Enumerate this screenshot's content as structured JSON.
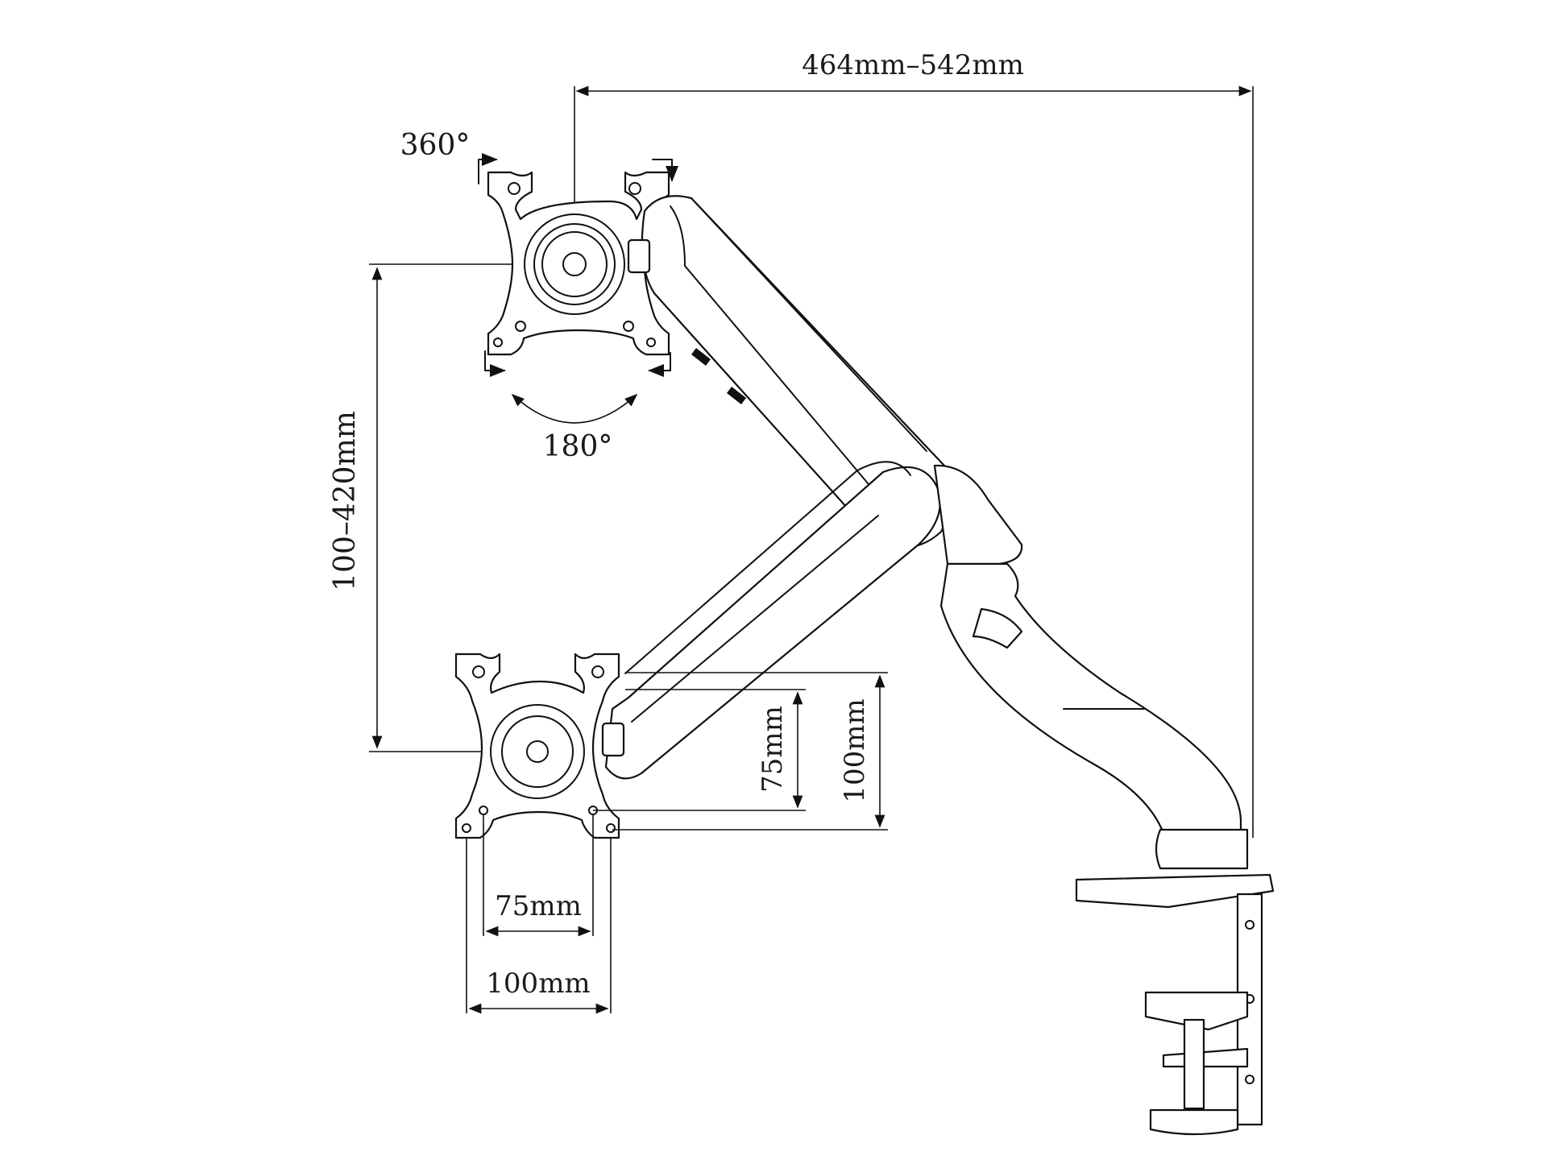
{
  "dimensions": {
    "reach": "464mm–542mm",
    "height_range": "100–420mm",
    "vesa_small_h": "75mm",
    "vesa_large_h": "100mm",
    "vesa_small_v": "75mm",
    "vesa_large_v": "100mm"
  },
  "rotation": {
    "rotate": "360°",
    "tilt": "180°"
  },
  "colors": {
    "line": "#111111",
    "background": "#ffffff"
  }
}
